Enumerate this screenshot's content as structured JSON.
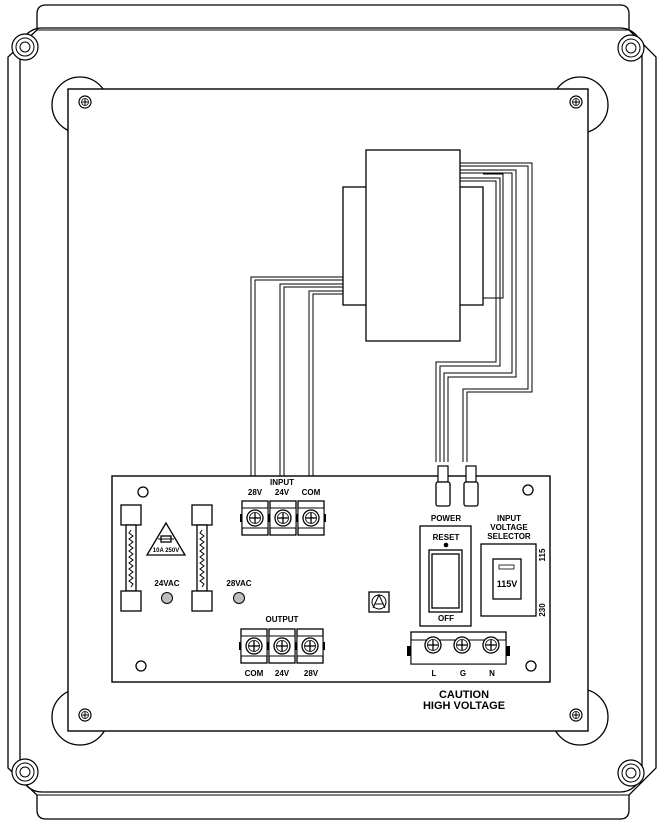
{
  "input_terminals": {
    "title": "INPUT",
    "labels": [
      "28V",
      "24V",
      "COM"
    ]
  },
  "output_terminals": {
    "title": "OUTPUT",
    "labels": [
      "COM",
      "24V",
      "28V"
    ]
  },
  "fuse_label": "10A 250V",
  "leds": {
    "left_label": "24VAC",
    "right_label": "28VAC"
  },
  "power_switch": {
    "title": "POWER",
    "reset_label": "RESET",
    "off_label": "OFF"
  },
  "voltage_selector": {
    "title_line1": "INPUT",
    "title_line2": "VOLTAGE",
    "title_line3": "SELECTOR",
    "current_value": "115V",
    "option_top": "115",
    "option_bottom": "230"
  },
  "line_terminals": {
    "labels": [
      "L",
      "G",
      "N"
    ]
  },
  "caution": {
    "line1": "CAUTION",
    "line2": "HIGH VOLTAGE"
  }
}
